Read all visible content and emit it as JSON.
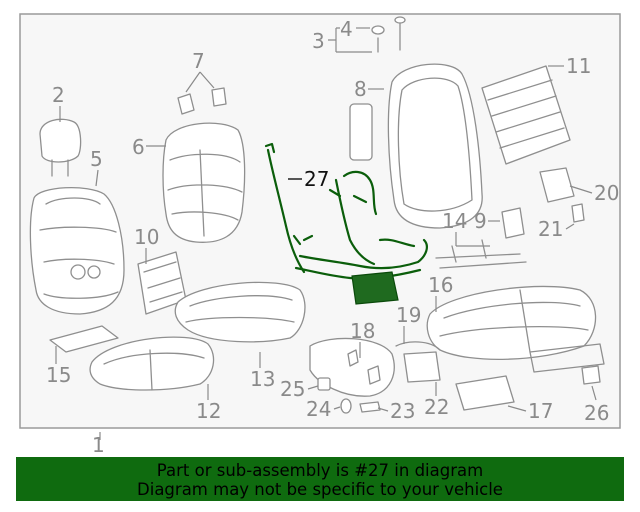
{
  "callouts": {
    "n1": "1",
    "n2": "2",
    "n3": "3",
    "n4": "4",
    "n5": "5",
    "n6": "6",
    "n7": "7",
    "n8": "8",
    "n9": "9",
    "n10": "10",
    "n11": "11",
    "n12": "12",
    "n13": "13",
    "n14": "14",
    "n15": "15",
    "n16": "16",
    "n17": "17",
    "n18": "18",
    "n19": "19",
    "n20": "20",
    "n21": "21",
    "n22": "22",
    "n23": "23",
    "n24": "24",
    "n25": "25",
    "n26": "26",
    "n27": "27"
  },
  "highlight_part": "27",
  "highlight_color": "#0b5e0b",
  "banner": {
    "line1": "Part or sub-assembly is #27 in diagram",
    "line2": "Diagram may not be specific to your vehicle",
    "background": "#0f6b0f"
  }
}
